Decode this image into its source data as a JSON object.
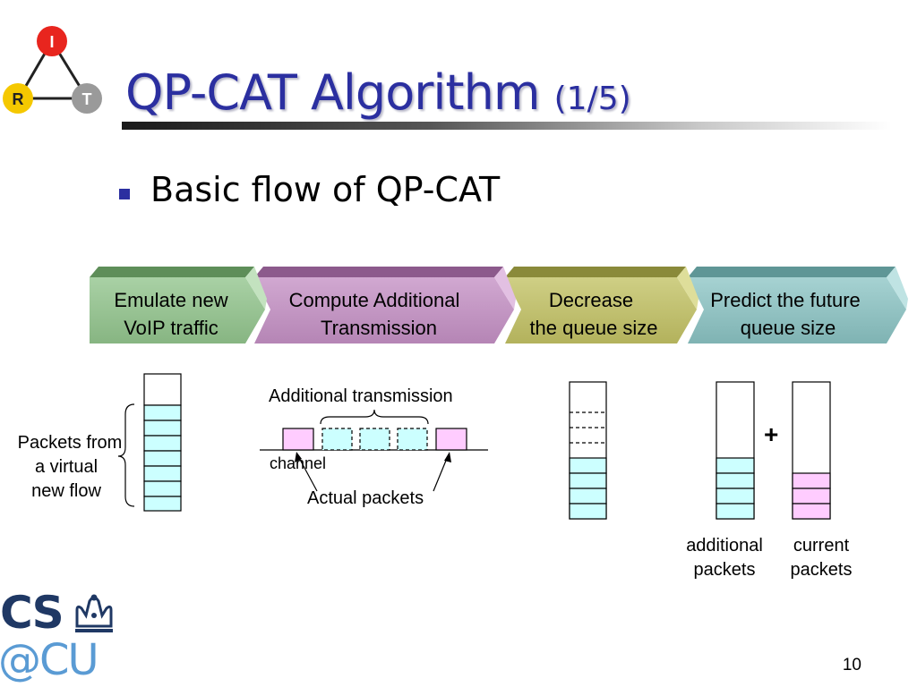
{
  "title": {
    "main": "QP-CAT Algorithm",
    "sub": "(1/5)"
  },
  "logo_top": {
    "nodes": [
      "I",
      "R",
      "T"
    ],
    "colors": [
      "#e8251e",
      "#f5c800",
      "#9a9a9a"
    ]
  },
  "bullet": {
    "text": "Basic flow of QP-CAT",
    "color": "#2b2fa0"
  },
  "flow": [
    {
      "line1": "Emulate new",
      "line2": "VoIP traffic",
      "color": "#96c291"
    },
    {
      "line1": "Compute Additional",
      "line2": "Transmission",
      "color": "#c496c4"
    },
    {
      "line1": "Decrease",
      "line2": "the queue size",
      "color": "#c3c26e"
    },
    {
      "line1": "Predict the future",
      "line2": "queue size",
      "color": "#93c4c4"
    }
  ],
  "diagram": {
    "new_flow_label": [
      "Packets from",
      "a virtual",
      "new flow"
    ],
    "additional_transmission_label": "Additional transmission",
    "channel_label": "channel",
    "actual_packets_label": "Actual packets",
    "plus_sign": "+",
    "additional_packets_label": [
      "additional",
      "packets"
    ],
    "current_packets_label": [
      "current",
      "packets"
    ]
  },
  "colors": {
    "packet_cyan": "#ccffff",
    "packet_pink": "#ffccff"
  },
  "logo_bottom": {
    "line1": "CS",
    "line2": "@CU"
  },
  "page_number": "10"
}
